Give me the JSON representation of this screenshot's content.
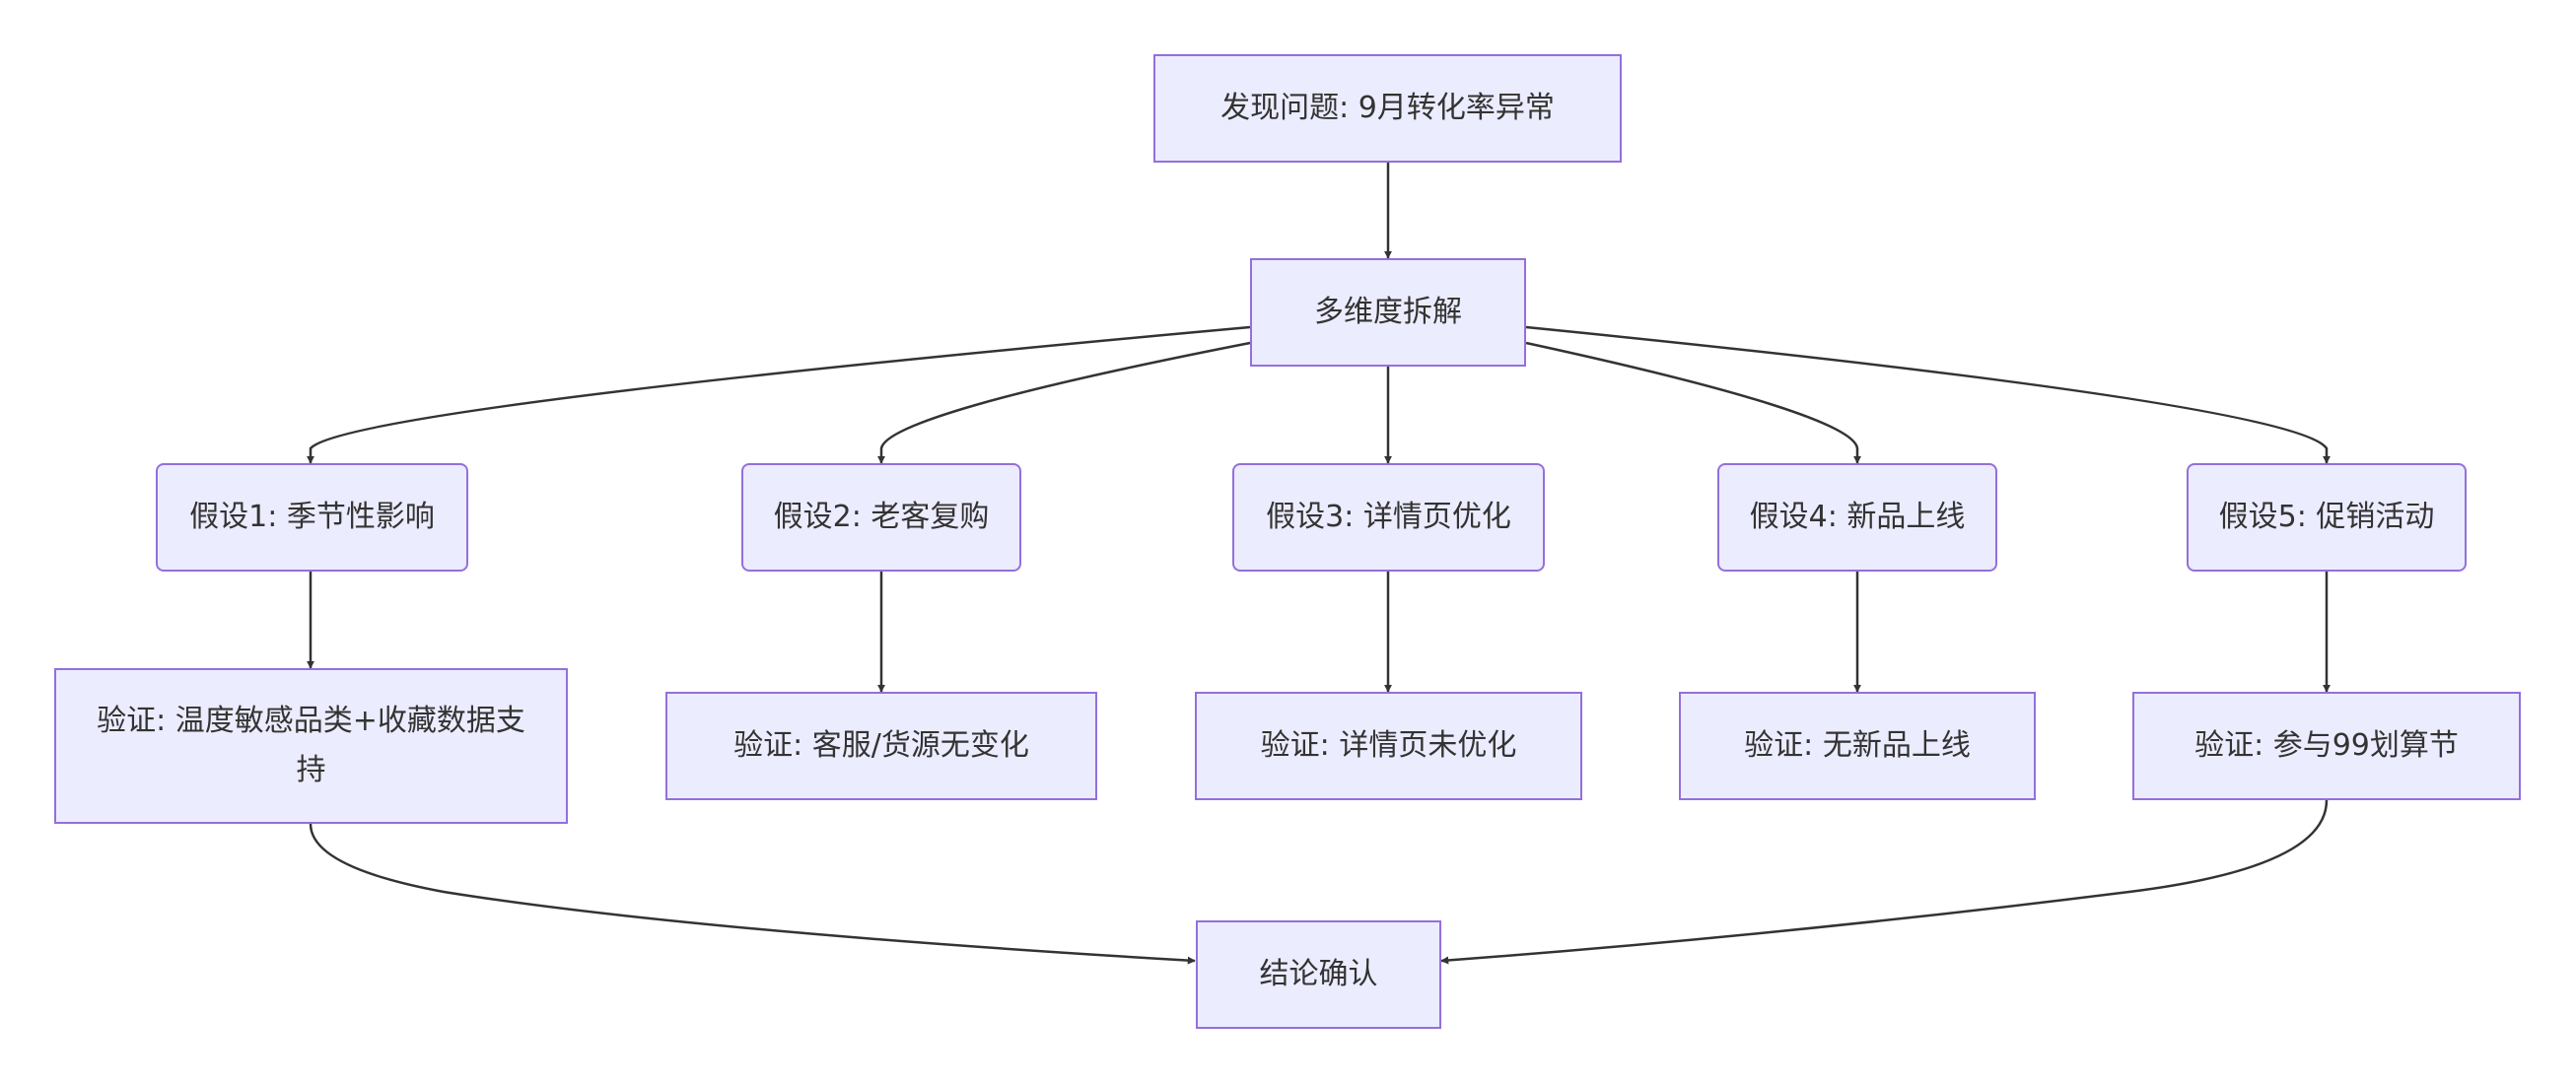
{
  "diagram": {
    "colors": {
      "node_fill": "#ececff",
      "node_border": "#9370db",
      "edge": "#333333",
      "text": "#333333"
    },
    "nodes": {
      "problem": "发现问题: 9月转化率异常",
      "breakdown": "多维度拆解",
      "h1": "假设1: 季节性影响",
      "h2": "假设2: 老客复购",
      "h3": "假设3: 详情页优化",
      "h4": "假设4: 新品上线",
      "h5": "假设5: 促销活动",
      "v1": "验证: 温度敏感品类+收藏数据支持",
      "v2": "验证: 客服/货源无变化",
      "v3": "验证: 详情页未优化",
      "v4": "验证: 无新品上线",
      "v5": "验证: 参与99划算节",
      "conclusion": "结论确认"
    },
    "edges": [
      [
        "problem",
        "breakdown"
      ],
      [
        "breakdown",
        "h1"
      ],
      [
        "breakdown",
        "h2"
      ],
      [
        "breakdown",
        "h3"
      ],
      [
        "breakdown",
        "h4"
      ],
      [
        "breakdown",
        "h5"
      ],
      [
        "h1",
        "v1"
      ],
      [
        "h2",
        "v2"
      ],
      [
        "h3",
        "v3"
      ],
      [
        "h4",
        "v4"
      ],
      [
        "h5",
        "v5"
      ],
      [
        "v1",
        "conclusion"
      ],
      [
        "v5",
        "conclusion"
      ]
    ]
  }
}
